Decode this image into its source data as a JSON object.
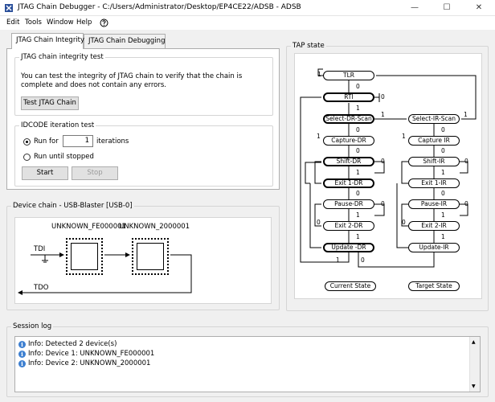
{
  "window": {
    "title": "JTAG Chain Debugger - C:/Users/Administrator/Desktop/EP4CE22/ADSB - ADSB"
  },
  "menu": {
    "items": [
      "Edit",
      "Tools",
      "Window",
      "Help"
    ]
  },
  "tabs": [
    {
      "label": "JTAG Chain Integrity"
    },
    {
      "label": "JTAG Chain Debugging"
    }
  ],
  "integrity": {
    "group_title": "JTAG chain integrity test",
    "description": "You can test the integrity of JTAG chain to verify that the chain is complete and does not contain any errors.",
    "test_button": "Test JTAG Chain"
  },
  "idcode": {
    "group_title": "IDCODE iteration test",
    "run_for_label": "Run for",
    "iterations_value": "1",
    "iterations_label": "iterations",
    "run_until_label": "Run until stopped",
    "start_button": "Start",
    "stop_button": "Stop"
  },
  "device_chain": {
    "group_title": "Device chain - USB-Blaster [USB-0]",
    "devices": [
      "UNKNOWN_FE000001",
      "UNKNOWN_2000001"
    ],
    "tdi_label": "TDI",
    "tdo_label": "TDO"
  },
  "tap": {
    "group_title": "TAP state",
    "dr_states": [
      "TLR",
      "RTI",
      "Select-DR-Scan",
      "Capture-DR",
      "Shift-DR",
      "Exit 1-DR",
      "Pause-DR",
      "Exit 2-DR",
      "Update -DR"
    ],
    "ir_states": [
      "Select-IR-Scan",
      "Capture IR",
      "Shift-IR",
      "Exit 1-IR",
      "Pause-IR",
      "Exit 2-IR",
      "Update-IR"
    ],
    "current_state_label": "Current State",
    "target_state_label": "Target State",
    "transition_zero": "0",
    "transition_one": "1"
  },
  "session_log": {
    "group_title": "Session log",
    "lines": [
      "Info: Detected 2 device(s)",
      "Info: Device 1: UNKNOWN_FE000001",
      "Info: Device 2: UNKNOWN_2000001"
    ]
  },
  "colors": {
    "active_state_border": "#000000",
    "info_icon": "#3d7fd0"
  }
}
